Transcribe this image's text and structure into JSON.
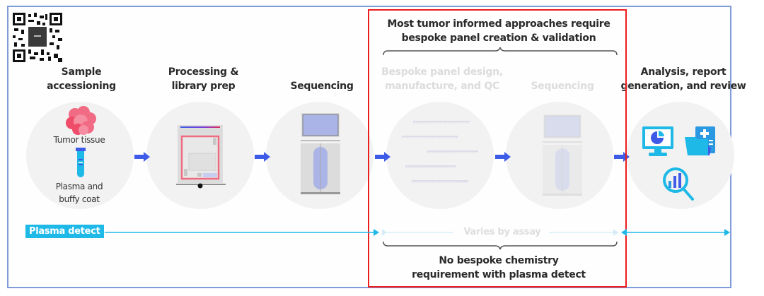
{
  "colors": {
    "frame_border": "#7f9bd8",
    "highlight_border": "#ee1c1c",
    "arrow_blue": "#3e5be8",
    "plasma_cyan": "#1fb9e8",
    "circle_bg": "#f2f2f2",
    "faded_text": "#dcdcdc"
  },
  "steps": [
    {
      "title_line1": "Sample",
      "title_line2": "accessioning",
      "inputs": [
        "Tumor tissue",
        "Plasma and",
        "buffy coat"
      ],
      "icons": [
        "tumor-tissue-icon",
        "blood-tube-icon"
      ]
    },
    {
      "title_line1": "Processing &",
      "title_line2": "library prep",
      "icons": [
        "library-prep-instrument-icon"
      ]
    },
    {
      "title_line1": "Sequencing",
      "icons": [
        "sequencer-icon"
      ]
    },
    {
      "title_line1": "Bespoke panel design,",
      "title_line2": "manufacture, and QC",
      "faded": true,
      "icons": [
        "probe-panel-icon"
      ]
    },
    {
      "title_line1": "Sequencing",
      "faded": true,
      "icons": [
        "sequencer-icon"
      ]
    },
    {
      "title_line1": "Analysis, report",
      "title_line2": "generation, and review",
      "icons": [
        "monitor-chart-icon",
        "medical-folder-icon",
        "magnifier-chart-icon"
      ]
    }
  ],
  "highlight": {
    "top_line1": "Most tumor informed approaches require",
    "top_line2": "bespoke panel creation & validation",
    "bottom_line1": "No bespoke chemistry",
    "bottom_line2": "requirement with plasma detect"
  },
  "timeline": {
    "badge": "Plasma detect",
    "varies_label": "Varies by assay"
  }
}
